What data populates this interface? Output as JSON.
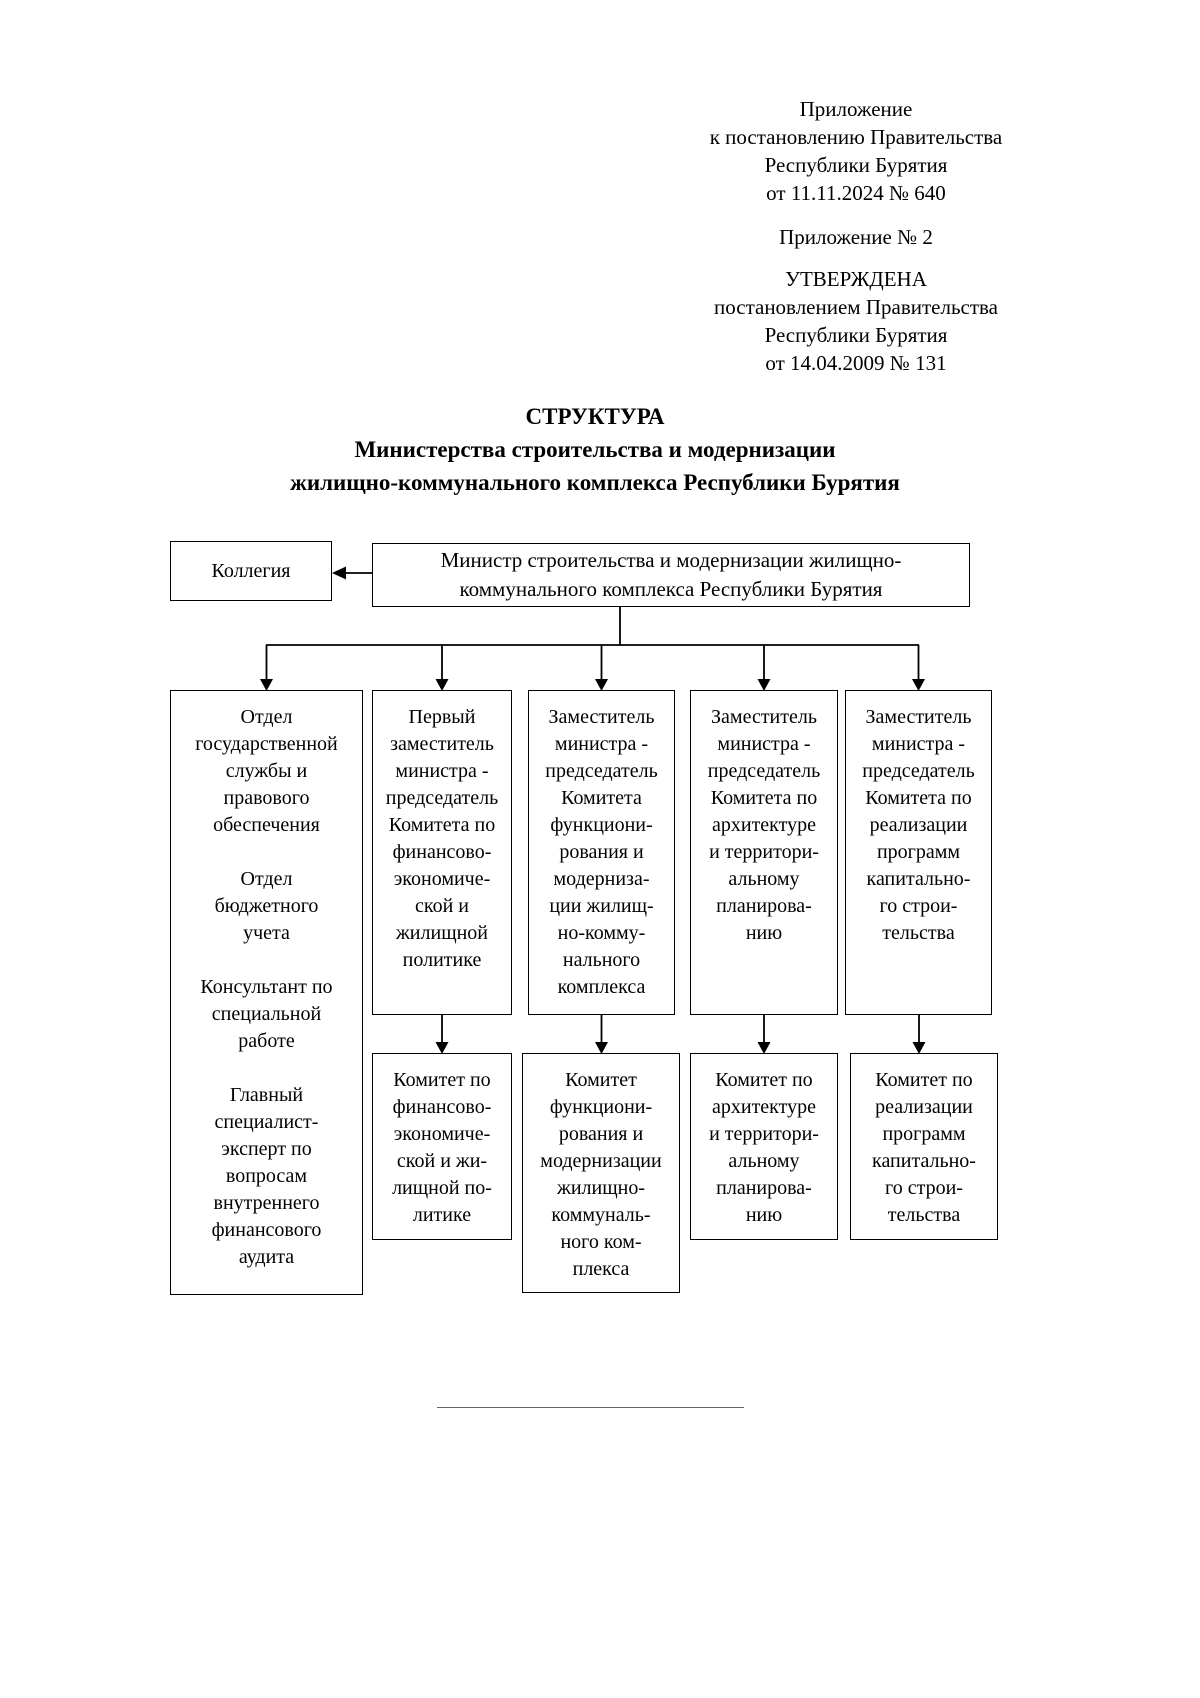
{
  "header": {
    "appendix_reference": "Приложение\nк постановлению Правительства\nРеспублики Бурятия\nот 11.11.2024 № 640",
    "appendix_number": "Приложение № 2",
    "approval": "УТВЕРЖДЕНА\nпостановлением Правительства\nРеспублики Бурятия\nот 14.04.2009 № 131"
  },
  "title": "СТРУКТУРА\nМинистерства строительства и модернизации\nжилищно-коммунального комплекса Республики Бурятия",
  "chart": {
    "collegium": "Коллегия",
    "minister": "Министр строительства и модернизации жилищно-\nкоммунального комплекса Республики Бурятия",
    "staff_units": "Отдел\nгосударственной\nслужбы и\nправового\nобеспечения\n\nОтдел\nбюджетного\nучета\n\nКонсультант по\nспециальной\nработе\n\nГлавный\nспециалист-\nэксперт по\nвопросам\nвнутреннего\nфинансового\nаудита",
    "deputies": [
      "Первый\nзаместитель\nминистра -\nпредседатель\nКомитета по\nфинансово-\nэкономиче-\nской и\nжилищной\nполитике",
      "Заместитель\nминистра -\nпредседатель\nКомитета\nфункциони-\nрования и\nмодерниза-\nции жилищ-\nно-комму-\nнального\nкомплекса",
      "Заместитель\nминистра -\nпредседатель\nКомитета по\nархитектуре\nи территори-\nальному\nпланирова-\nнию",
      "Заместитель\nминистра -\nпредседатель\nКомитета по\nреализации\nпрограмм\nкапитально-\nго строи-\nтельства"
    ],
    "committees": [
      "Комитет по\nфинансово-\nэкономиче-\nской и жи-\nлищной по-\nлитике",
      "Комитет\nфункциони-\nрования и\nмодернизации\nжилищно-\nкоммуналь-\nного ком-\nплекса",
      "Комитет по\nархитектуре\nи территори-\nальному\nпланирова-\nнию",
      "Комитет по\nреализации\nпрограмм\nкапитально-\nго строи-\nтельства"
    ],
    "colors": {
      "line": "#000000",
      "text": "#000000",
      "background": "#ffffff"
    }
  }
}
